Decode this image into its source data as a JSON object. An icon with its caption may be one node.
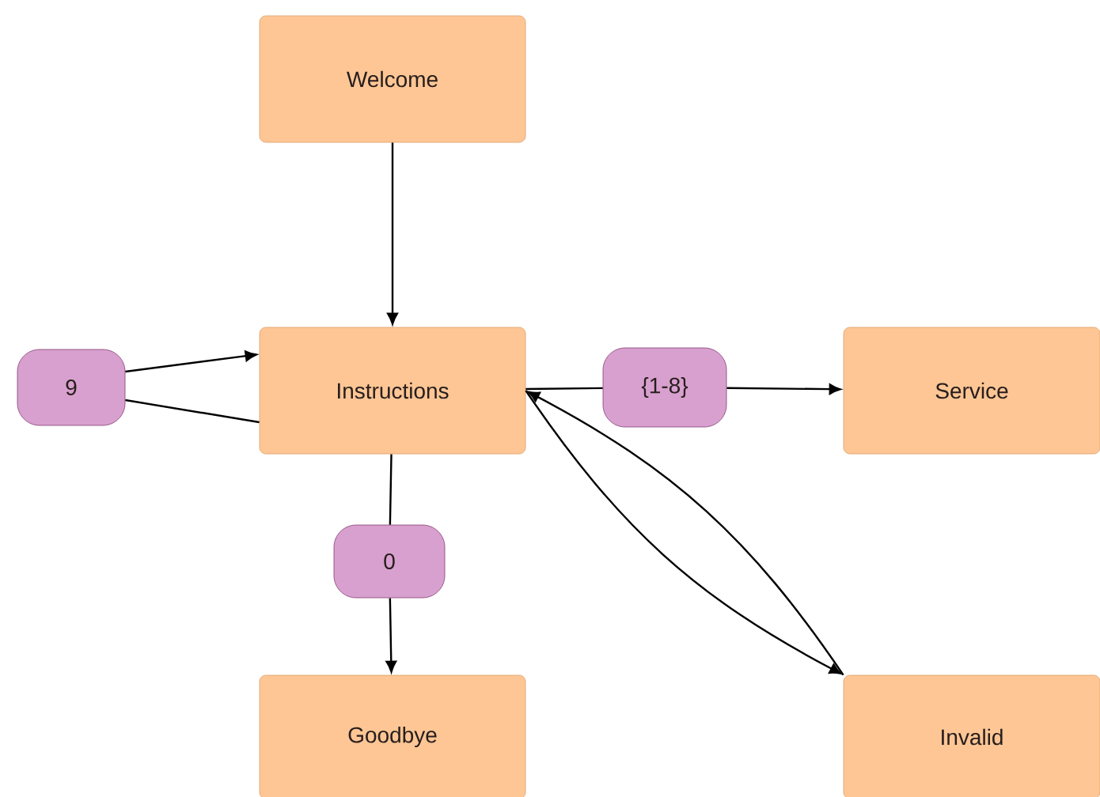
{
  "diagram": {
    "nodes": [
      {
        "text": [
          "Welcome"
        ]
      },
      {
        "text": [
          "9"
        ]
      },
      {
        "text": [
          "Instructions"
        ]
      },
      {
        "text": [
          "{1-8}"
        ]
      },
      {
        "text": [
          "Service"
        ]
      },
      {
        "text": [
          "0"
        ]
      },
      {
        "text": [
          "Goodbye"
        ]
      },
      {
        "text": [
          "Invalid"
        ]
      }
    ],
    "edges": [
      {
        "from": 0,
        "to": 2,
        "arrow": "to"
      },
      {
        "from": 2,
        "to": 1,
        "arrow": "none"
      },
      {
        "from": 1,
        "to": 2,
        "arrow": "to"
      },
      {
        "from": 2,
        "to": 3,
        "arrow": "none"
      },
      {
        "from": 3,
        "to": 4,
        "arrow": "to"
      },
      {
        "from": 2,
        "to": 5,
        "arrow": "none"
      },
      {
        "from": 5,
        "to": 6,
        "arrow": "to"
      },
      {
        "from": 2,
        "to": 7,
        "arrow": "to"
      },
      {
        "from": 7,
        "to": 2,
        "arrow": "to"
      }
    ]
  }
}
